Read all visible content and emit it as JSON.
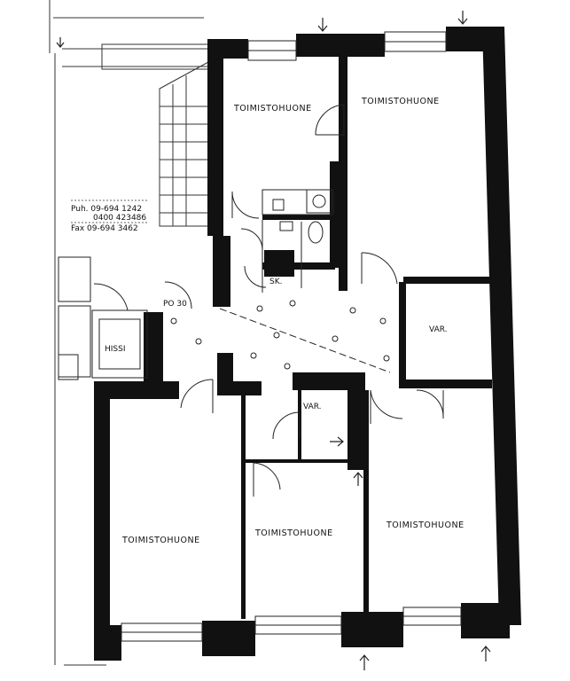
{
  "rooms": {
    "office_top_left": "TOIMISTOHUONE",
    "office_top_right": "TOIMISTOHUONE",
    "storage_right": "VAR.",
    "storage_center": "VAR.",
    "office_bottom_left": "TOIMISTOHUONE",
    "office_bottom_middle": "TOIMISTOHUONE",
    "office_bottom_right": "TOIMISTOHUONE",
    "sauna": "SK.",
    "elevator": "HISSI",
    "stair_door_tag": "PO 30"
  },
  "contact": {
    "phone": "Puh. 09-694 1242",
    "mobile": "0400 423486",
    "fax": "Fax 09-694 3462"
  },
  "colors": {
    "wall": "#111111",
    "line": "#222222",
    "paper": "#ffffff"
  }
}
